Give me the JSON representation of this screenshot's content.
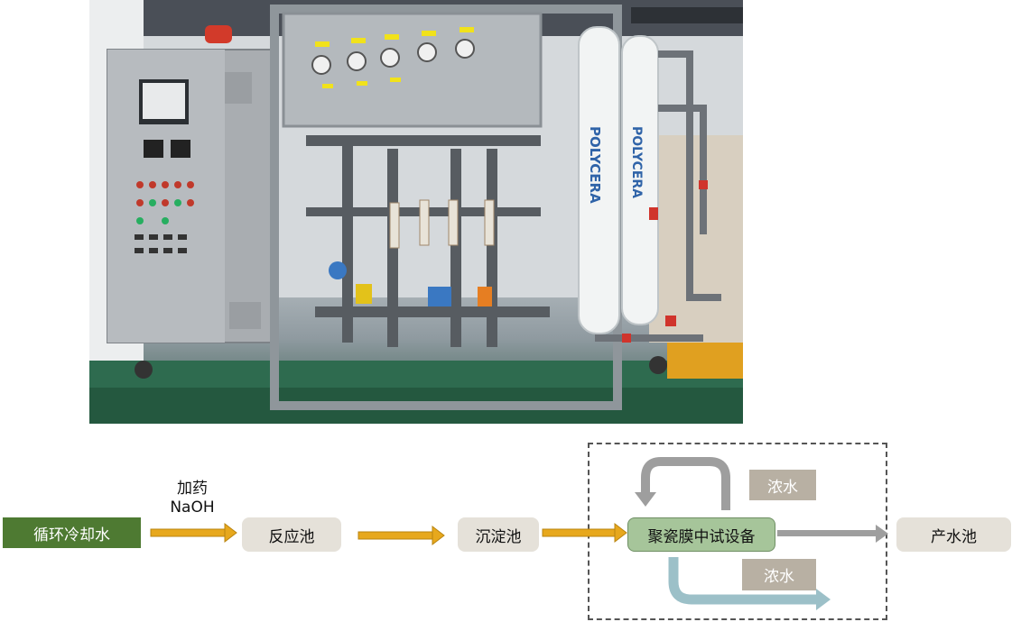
{
  "diagram": {
    "source": "循环冷却水",
    "dosing": "加药",
    "reagent": "NaOH",
    "reaction_tank": "反应池",
    "settling_tank": "沉淀池",
    "device": "聚瓷膜中试设备",
    "concentrate_recycle": "浓水",
    "concentrate_out": "浓水",
    "product_tank": "产水池"
  },
  "photo": {
    "brand_label": "POLYCERA"
  },
  "colors": {
    "arrow_orange": "#e7a81d",
    "arrow_gray": "#9e9e9e",
    "arrow_teal": "#9cc0c8",
    "source_green": "#4e7a32",
    "device_green": "#a6c59a",
    "box_beige": "#e5e1d9",
    "tag_taupe": "#b8b0a3"
  }
}
